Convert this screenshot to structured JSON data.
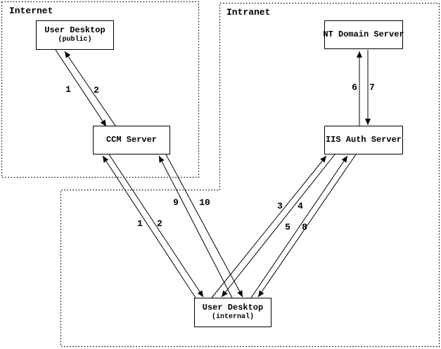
{
  "diagram": {
    "regions": {
      "internet": {
        "label": "Internet"
      },
      "intranet": {
        "label": "Intranet"
      }
    },
    "nodes": {
      "user_desktop_public": {
        "title": "User Desktop",
        "subtitle": "(public)"
      },
      "ccm_server": {
        "title": "CCM Server"
      },
      "nt_domain_server": {
        "title": "NT Domain Server"
      },
      "iis_auth_server": {
        "title": "IIS Auth Server"
      },
      "user_desktop_internal": {
        "title": "User Desktop",
        "subtitle": "(internal)"
      }
    },
    "edges": [
      {
        "label": "1",
        "from": "user_desktop_public",
        "to": "ccm_server"
      },
      {
        "label": "2",
        "from": "ccm_server",
        "to": "user_desktop_public"
      },
      {
        "label": "1",
        "from": "user_desktop_internal",
        "to": "ccm_server"
      },
      {
        "label": "2",
        "from": "ccm_server",
        "to": "user_desktop_internal"
      },
      {
        "label": "9",
        "from": "user_desktop_internal",
        "to": "ccm_server"
      },
      {
        "label": "10",
        "from": "ccm_server",
        "to": "user_desktop_internal"
      },
      {
        "label": "3",
        "from": "user_desktop_internal",
        "to": "iis_auth_server"
      },
      {
        "label": "4",
        "from": "iis_auth_server",
        "to": "user_desktop_internal"
      },
      {
        "label": "5",
        "from": "user_desktop_internal",
        "to": "iis_auth_server"
      },
      {
        "label": "8",
        "from": "iis_auth_server",
        "to": "user_desktop_internal"
      },
      {
        "label": "6",
        "from": "iis_auth_server",
        "to": "nt_domain_server"
      },
      {
        "label": "7",
        "from": "nt_domain_server",
        "to": "iis_auth_server"
      }
    ],
    "colors": {
      "line": "#000000",
      "background": "#ffffff"
    }
  }
}
